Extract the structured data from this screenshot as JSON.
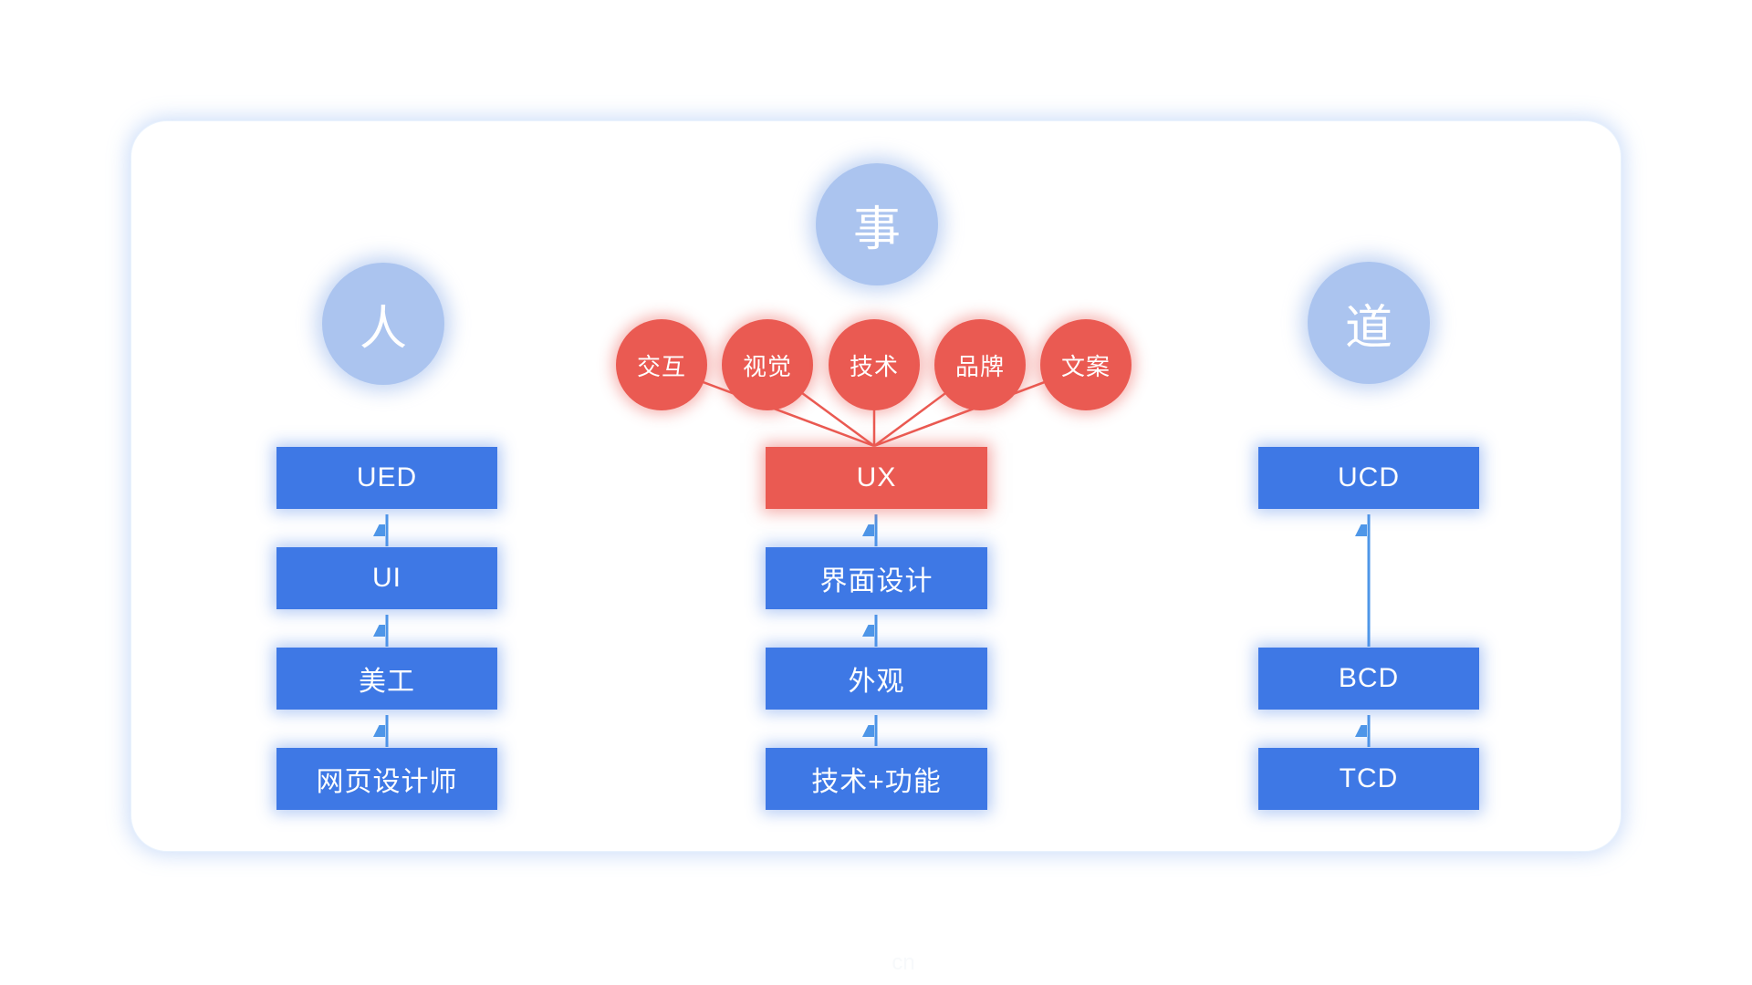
{
  "palette": {
    "node_blue": "#3e78e5",
    "accent_red": "#ea5a52",
    "concept_circle_blue": "#abc4ef",
    "arrow_blue": "#4f97e8",
    "card_glow": "#d9e8fb",
    "text": "#ffffff"
  },
  "concept_circles": {
    "person": {
      "label": "人"
    },
    "matter": {
      "label": "事"
    },
    "way": {
      "label": "道"
    }
  },
  "factor_circles": [
    {
      "label": "交互"
    },
    {
      "label": "视觉"
    },
    {
      "label": "技术"
    },
    {
      "label": "品牌"
    },
    {
      "label": "文案"
    }
  ],
  "columns": {
    "left": {
      "boxes": [
        {
          "label": "UED"
        },
        {
          "label": "UI"
        },
        {
          "label": "美工"
        },
        {
          "label": "网页设计师"
        }
      ]
    },
    "middle": {
      "boxes": [
        {
          "label": "UX"
        },
        {
          "label": "界面设计"
        },
        {
          "label": "外观"
        },
        {
          "label": "技术+功能"
        }
      ]
    },
    "right": {
      "boxes": [
        {
          "label": "UCD"
        },
        {
          "label": "BCD"
        },
        {
          "label": "TCD"
        }
      ]
    }
  },
  "watermark": {
    "label": "cn"
  }
}
